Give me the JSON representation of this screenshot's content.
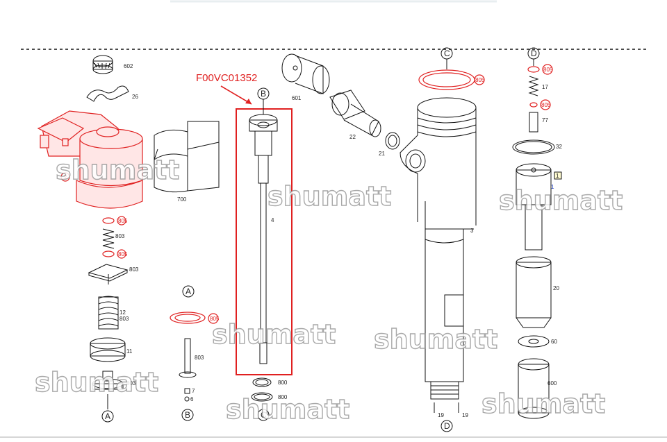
{
  "diagram": {
    "part_number": "F00VC01352",
    "watermark": "shumatt",
    "callouts": {
      "A1": "A",
      "A2": "A",
      "B1": "B",
      "B2": "B",
      "C1": "C",
      "C2": "C",
      "D1": "D",
      "D2": "D"
    },
    "labels": {
      "p602": "602",
      "p26": "26",
      "p2": "2",
      "p805a": "805",
      "p803a": "803",
      "p805b": "805",
      "p803b": "803",
      "p12": "12",
      "p803c": "803",
      "p11": "11",
      "p803d": "803",
      "p700": "700",
      "p805c": "805",
      "p803e": "803",
      "p7": "7",
      "p6": "6",
      "p4": "4",
      "p800a": "800",
      "p800b": "800",
      "p601": "601",
      "p22": "22",
      "p21": "21",
      "p805d": "805",
      "p3": "3",
      "p19a": "19",
      "p19b": "19",
      "p805e": "805",
      "p17": "17",
      "p805f": "805",
      "p77": "77",
      "p32": "32",
      "p1box": "1",
      "p1": "1",
      "p20": "20",
      "p60": "60",
      "p600": "600"
    }
  }
}
